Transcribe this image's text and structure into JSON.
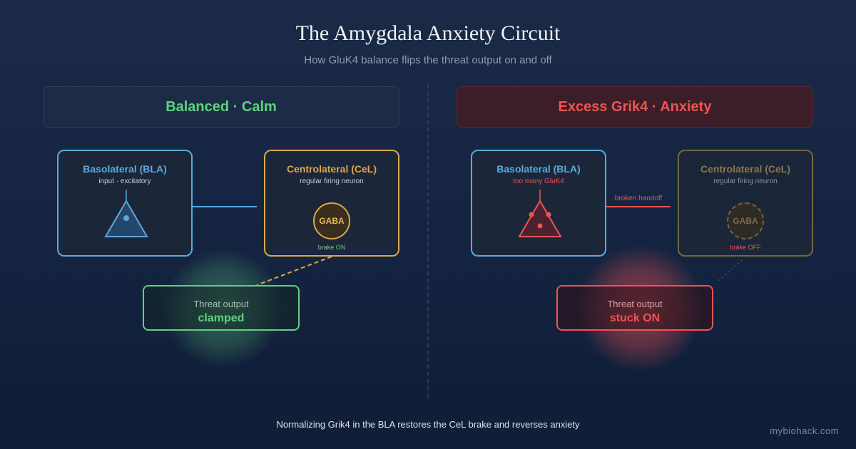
{
  "title": "The Amygdala Anxiety Circuit",
  "subtitle": "How GluK4 balance flips the threat output on and off",
  "left": {
    "header": "Balanced · Calm",
    "bla": {
      "title": "Basolateral (BLA)",
      "sub": "input · excitatory"
    },
    "cel": {
      "title": "Centrolateral (CeL)",
      "sub": "regular firing neuron",
      "gaba": "GABA",
      "status": "brake ON"
    },
    "threat": {
      "label": "Threat output",
      "value": "clamped"
    }
  },
  "right": {
    "header": "Excess Grik4 · Anxiety",
    "bla": {
      "title": "Basolateral (BLA)",
      "sub": "too many GluK4"
    },
    "connector": "broken handoff",
    "cel": {
      "title": "Centrolateral (CeL)",
      "sub": "regular firing neuron",
      "gaba": "GABA",
      "status": "brake OFF"
    },
    "threat": {
      "label": "Threat output",
      "value": "stuck ON"
    }
  },
  "footer": "Normalizing Grik4 in the BLA restores the CeL brake and reverses anxiety",
  "brand": "mybiohack.com",
  "colors": {
    "calm": "#5fd27e",
    "anxiety": "#f15252",
    "bla": "#5aa9df",
    "cel": "#d8a84a"
  }
}
